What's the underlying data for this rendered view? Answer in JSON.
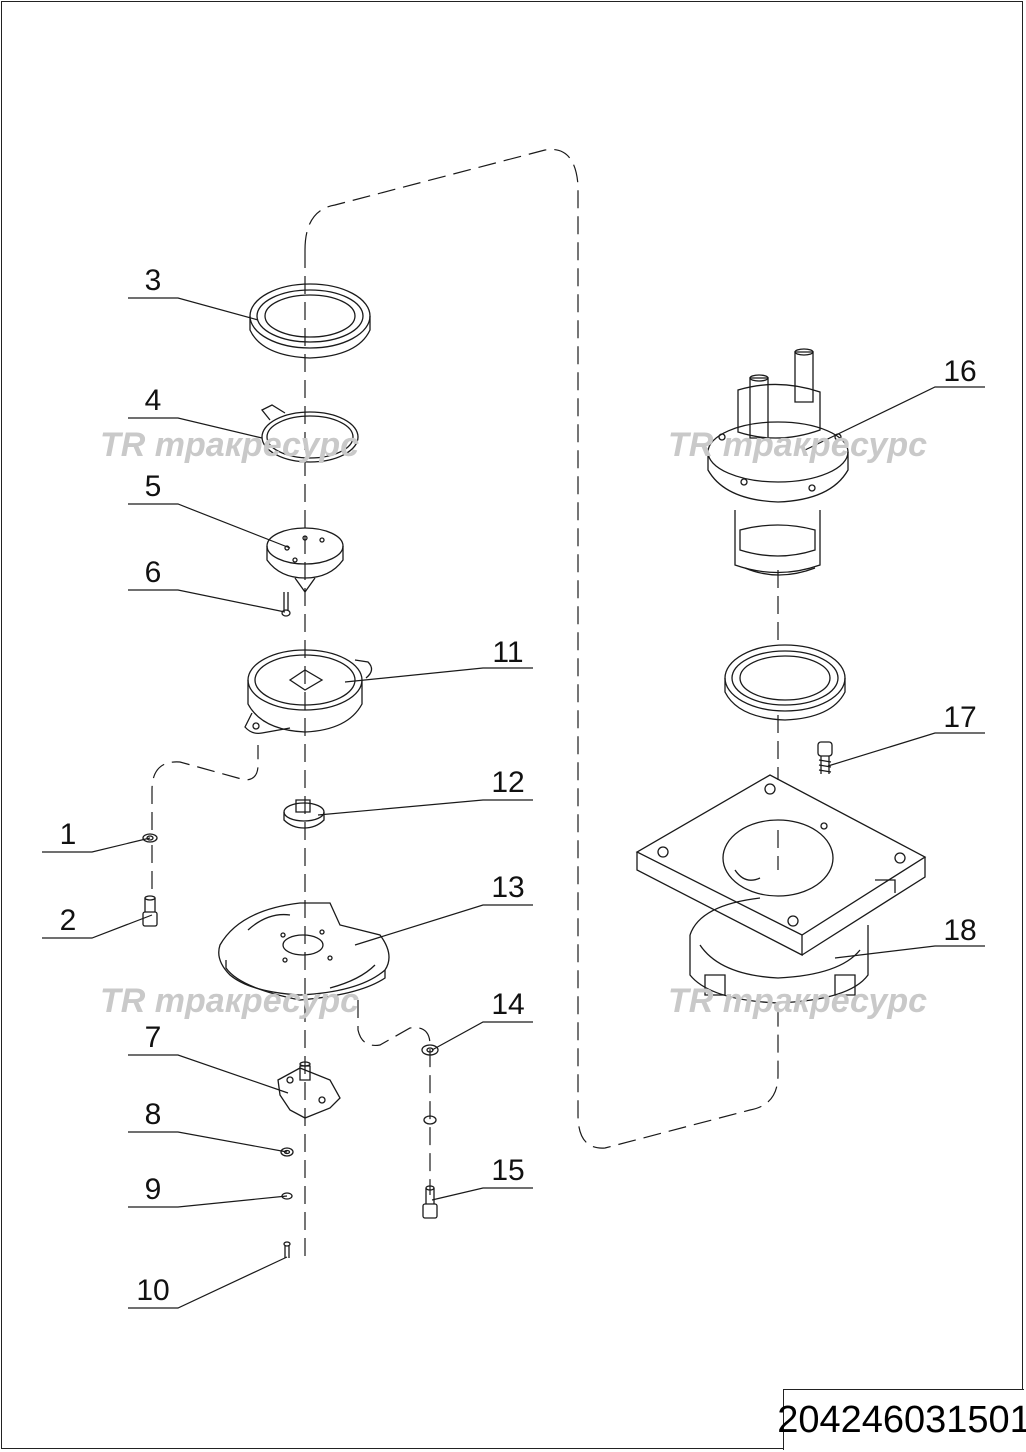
{
  "drawing_number": "204246031501",
  "watermark_text": "тракресурс",
  "watermark_logo": "TR",
  "callouts": [
    {
      "id": "callout-1",
      "label": "1"
    },
    {
      "id": "callout-2",
      "label": "2"
    },
    {
      "id": "callout-3",
      "label": "3"
    },
    {
      "id": "callout-4",
      "label": "4"
    },
    {
      "id": "callout-5",
      "label": "5"
    },
    {
      "id": "callout-6",
      "label": "6"
    },
    {
      "id": "callout-7",
      "label": "7"
    },
    {
      "id": "callout-8",
      "label": "8"
    },
    {
      "id": "callout-9",
      "label": "9"
    },
    {
      "id": "callout-10",
      "label": "10"
    },
    {
      "id": "callout-11",
      "label": "11"
    },
    {
      "id": "callout-12",
      "label": "12"
    },
    {
      "id": "callout-13",
      "label": "13"
    },
    {
      "id": "callout-14",
      "label": "14"
    },
    {
      "id": "callout-15",
      "label": "15"
    },
    {
      "id": "callout-16",
      "label": "16"
    },
    {
      "id": "callout-17",
      "label": "17"
    },
    {
      "id": "callout-18",
      "label": "18"
    }
  ],
  "colors": {
    "line": "#1a1a1a",
    "watermark": "#c9c9c9",
    "background": "#ffffff"
  }
}
